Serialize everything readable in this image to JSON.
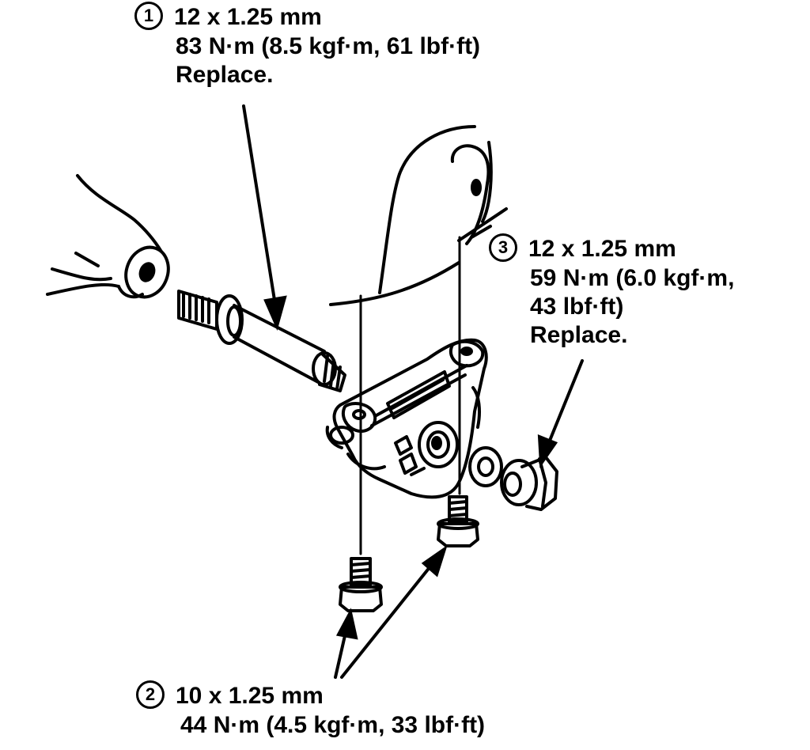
{
  "callouts": {
    "c1": {
      "number": "1",
      "size": "12 x 1.25 mm",
      "torque": "83 N·m (8.5 kgf·m, 61 lbf·ft)",
      "note": "Replace."
    },
    "c3": {
      "number": "3",
      "size": "12 x 1.25 mm",
      "torque_1": "59 N·m (6.0 kgf·m,",
      "torque_2": "43 lbf·ft)",
      "note": "Replace."
    },
    "c2": {
      "number": "2",
      "size": "10 x 1.25 mm",
      "torque": "44 N·m (4.5 kgf·m, 33 lbf·ft)"
    }
  },
  "colors": {
    "ink": "#000000",
    "paper": "#ffffff"
  }
}
